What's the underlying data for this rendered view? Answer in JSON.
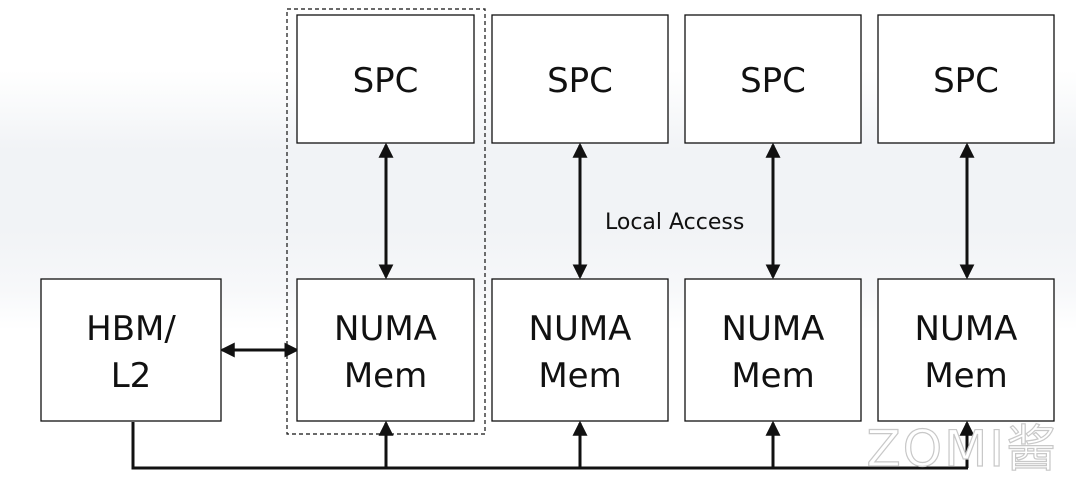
{
  "diagram": {
    "hbm": {
      "line1": "HBM/",
      "line2": "L2"
    },
    "spc_boxes": [
      {
        "label": "SPC"
      },
      {
        "label": "SPC"
      },
      {
        "label": "SPC"
      },
      {
        "label": "SPC"
      }
    ],
    "numa_boxes": [
      {
        "line1": "NUMA",
        "line2": "Mem"
      },
      {
        "line1": "NUMA",
        "line2": "Mem"
      },
      {
        "line1": "NUMA",
        "line2": "Mem"
      },
      {
        "line1": "NUMA",
        "line2": "Mem"
      }
    ],
    "annotation": "Local Access"
  },
  "watermark": "ZOMI酱",
  "colors": {
    "line": "#111111",
    "box_fill": "#ffffff",
    "background_band": "#f1f3f6"
  }
}
